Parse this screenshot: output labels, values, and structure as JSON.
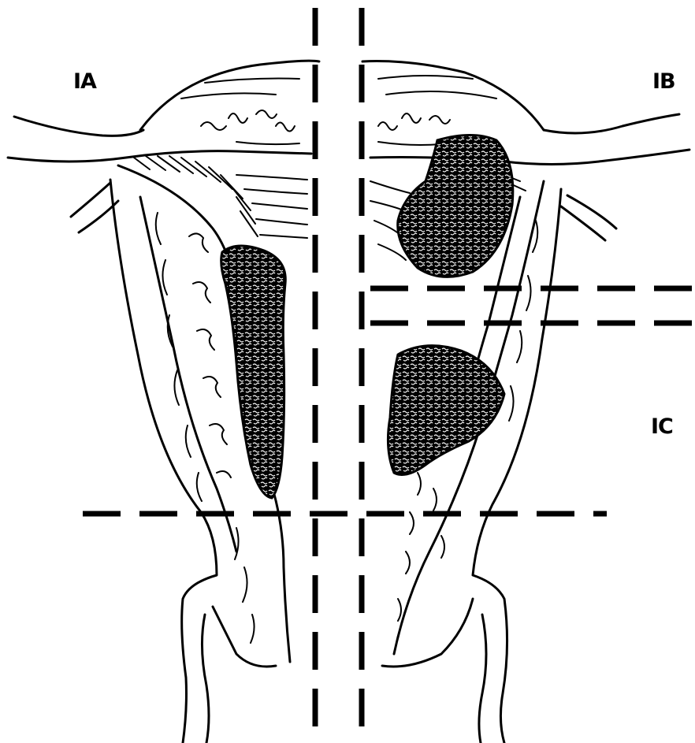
{
  "labels": {
    "ia": "IA",
    "ib": "IB",
    "ic": "IC"
  },
  "colors": {
    "ink": "#000000",
    "background": "#ffffff"
  }
}
